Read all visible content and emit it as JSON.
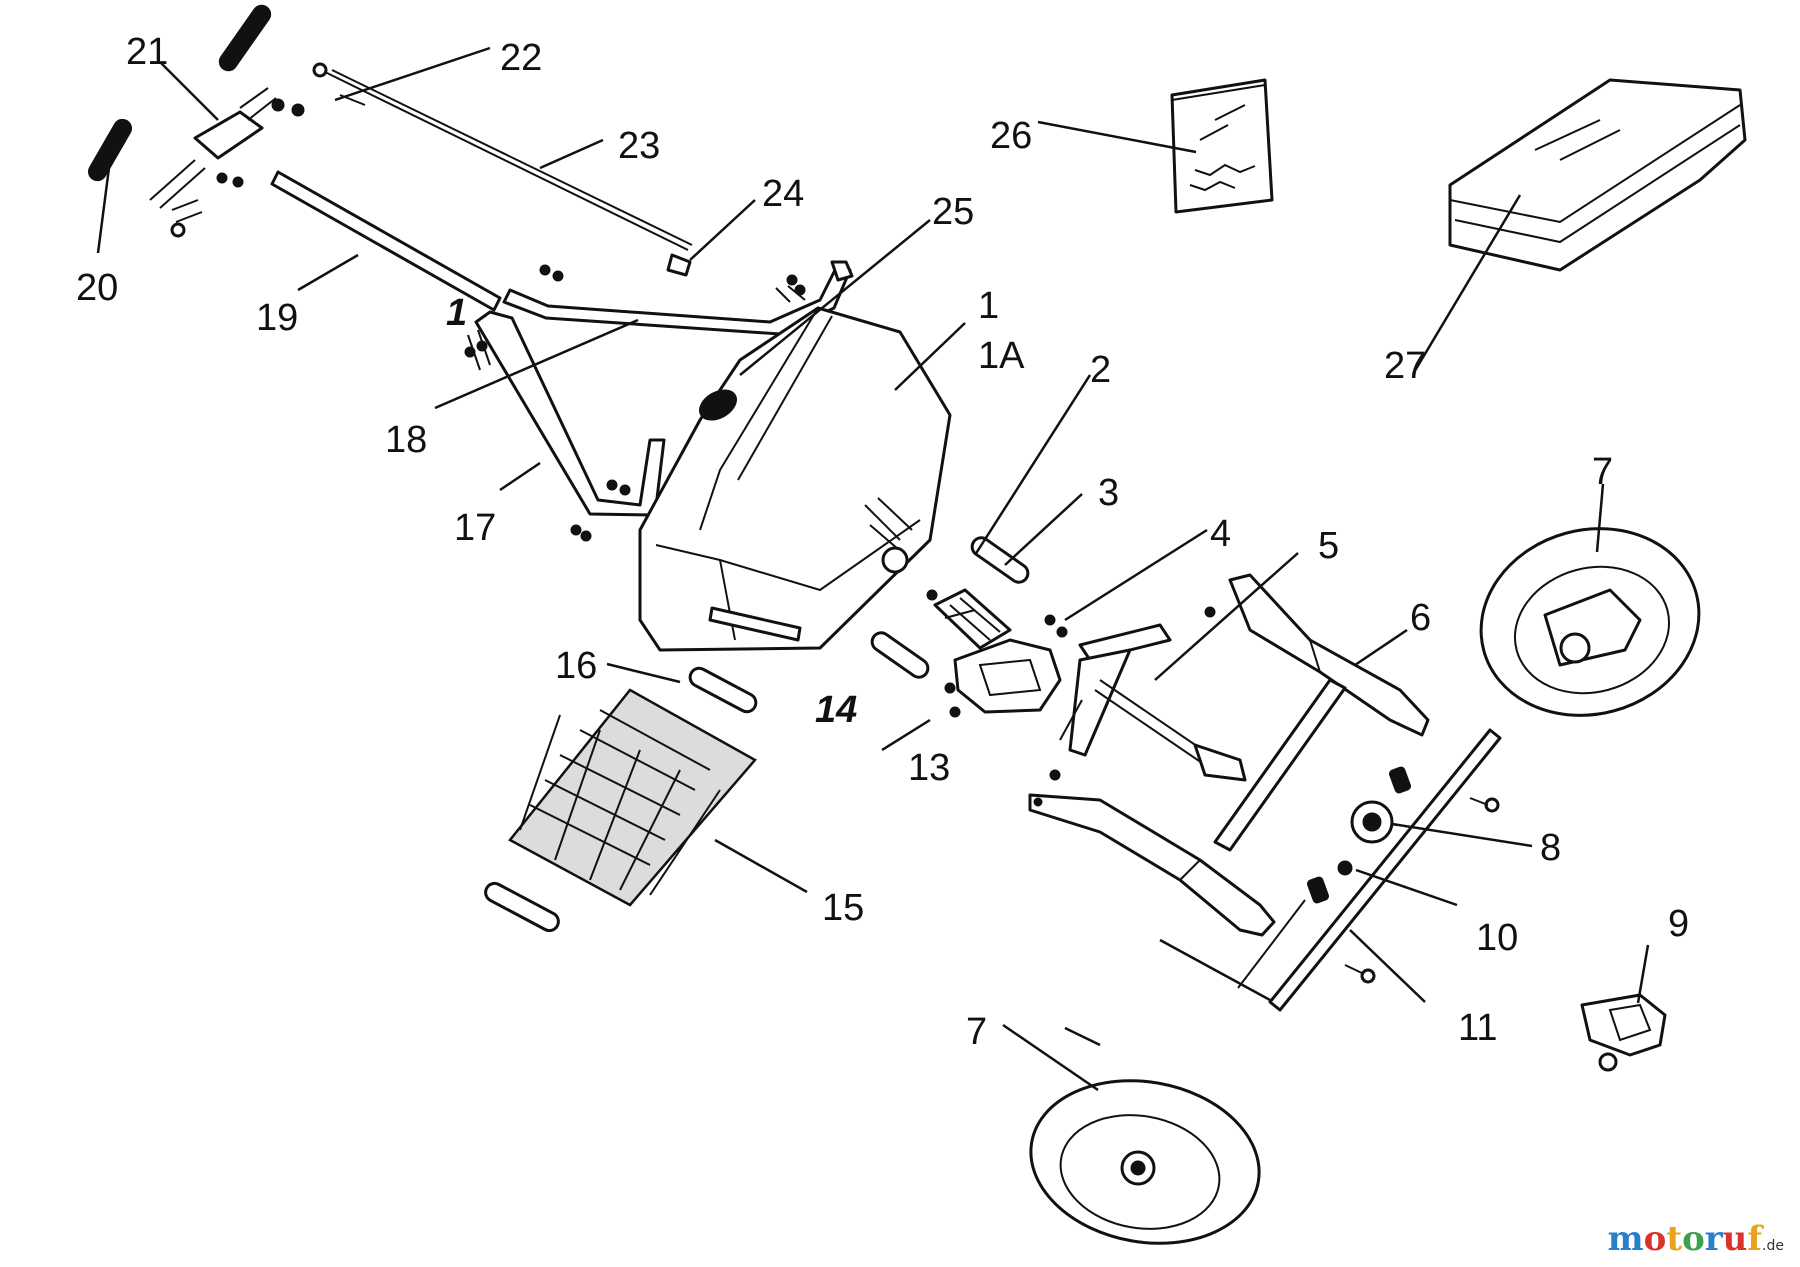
{
  "diagram": {
    "callouts": [
      "1",
      "1A",
      "2",
      "3",
      "4",
      "5",
      "6",
      "7",
      "7",
      "8",
      "9",
      "10",
      "11",
      "13",
      "14",
      "15",
      "16",
      "17",
      "18",
      "19",
      "20",
      "21",
      "22",
      "23",
      "24",
      "25",
      "26",
      "27"
    ],
    "hidden_label": "1",
    "watermark": {
      "letters": [
        "m",
        "o",
        "t",
        "o",
        "r",
        "u",
        "f"
      ],
      "colors": [
        "#2a7fc9",
        "#d8342a",
        "#e8a21c",
        "#3aa24a",
        "#2a7fc9",
        "#d8342a",
        "#e8a21c"
      ],
      "tld": ".de"
    }
  }
}
